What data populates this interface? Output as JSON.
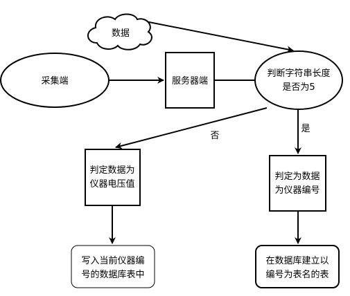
{
  "diagram": {
    "nodes": {
      "data_cloud": {
        "label": "数据"
      },
      "collector": {
        "label": "采集端"
      },
      "server": {
        "label": "服务器端"
      },
      "length_check": {
        "line1": "判断字符串长度",
        "line2": "是否为5"
      },
      "voltage": {
        "line1": "判定数据为",
        "line2": "仪器电压值"
      },
      "id_number": {
        "line1": "判定为数据",
        "line2": "为仪器编号"
      },
      "write_table": {
        "line1": "写入当前仪器编",
        "line2": "号的数据库表中"
      },
      "create_table": {
        "line1": "在数据库建立以",
        "line2": "编号为表名的表"
      }
    },
    "edges": {
      "no_label": "否",
      "yes_label": "是"
    }
  }
}
